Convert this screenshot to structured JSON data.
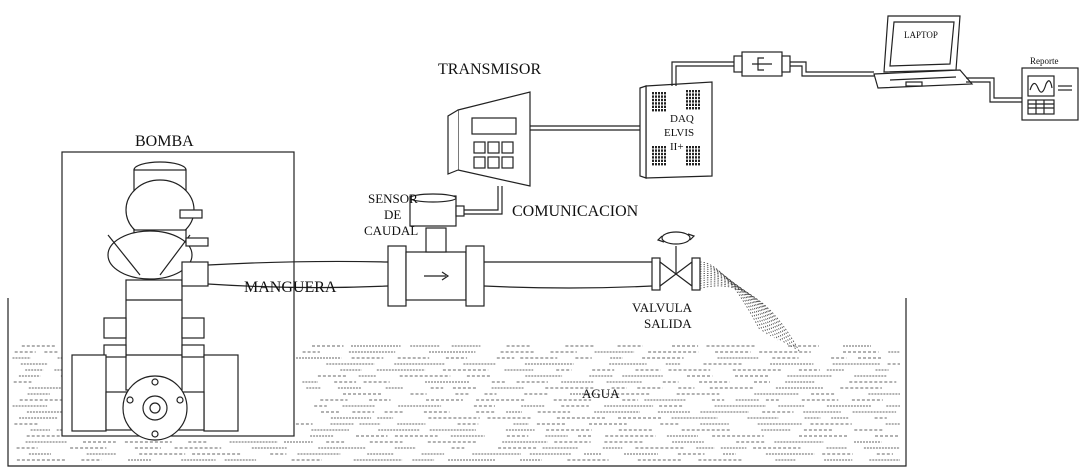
{
  "labels": {
    "bomba": "BOMBA",
    "transmisor": "TRANSMISOR",
    "sensor_line1": "SENSOR",
    "sensor_line2": "DE",
    "sensor_line3": "CAUDAL",
    "comunicacion": "COMUNICACION",
    "manguera": "MANGUERA",
    "valvula_line1": "VALVULA",
    "valvula_line2": "SALIDA",
    "agua": "AGUA",
    "daq_line1": "DAQ",
    "daq_line2": "ELVIS",
    "daq_line3": "II+",
    "laptop": "LAPTOP",
    "reporte": "Reporte"
  },
  "colors": {
    "line": "#222222",
    "water_dash": "#333333",
    "background": "#ffffff"
  }
}
